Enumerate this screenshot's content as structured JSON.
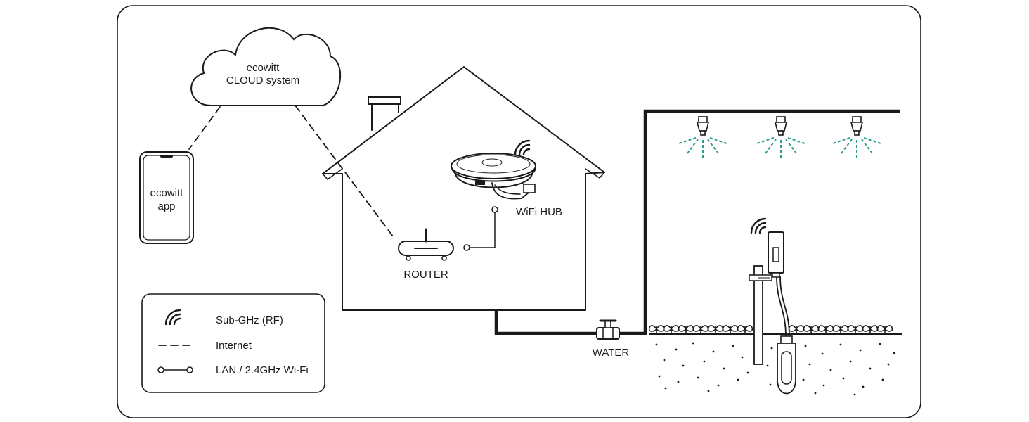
{
  "cloud": {
    "line1": "ecowitt",
    "line2": "CLOUD system"
  },
  "phone": {
    "line1": "ecowitt",
    "line2": "app"
  },
  "devices": {
    "hub_label": "WiFi HUB",
    "router_label": "ROUTER",
    "water_label": "WATER"
  },
  "legend": {
    "items": [
      {
        "icon": "rf-signal-icon",
        "label": "Sub-GHz (RF)"
      },
      {
        "icon": "dashed-line-icon",
        "label": "Internet"
      },
      {
        "icon": "connector-line-icon",
        "label": "LAN / 2.4GHz Wi-Fi"
      }
    ]
  },
  "colors": {
    "line": "#1a1a1a",
    "spray": "#2a9d8f",
    "background": "#ffffff"
  }
}
